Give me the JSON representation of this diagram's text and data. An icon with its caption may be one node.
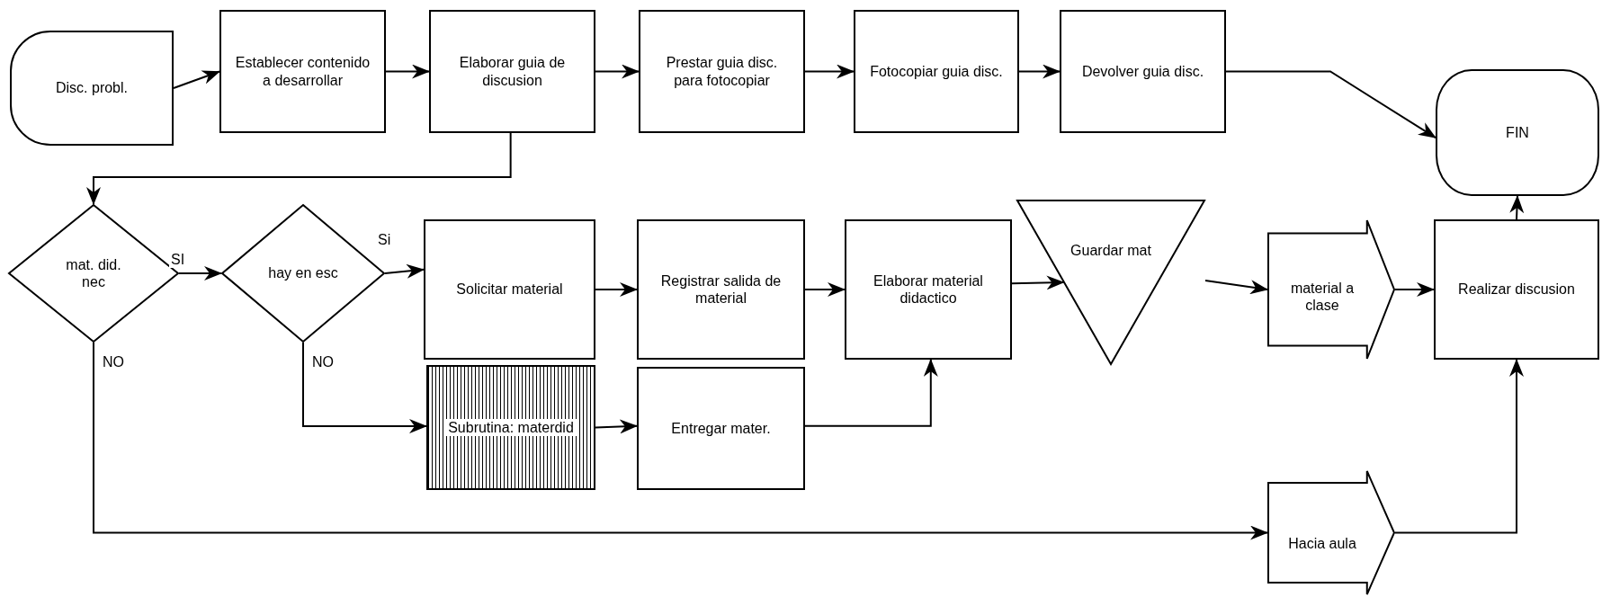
{
  "diagram": {
    "nodes": [
      {
        "text": [
          "Disc. probl."
        ]
      },
      {
        "text": [
          "Establecer contenido a desarrollar"
        ]
      },
      {
        "text": [
          "Elaborar guia de discusion"
        ]
      },
      {
        "text": [
          "Prestar guia disc. para fotocopiar"
        ]
      },
      {
        "text": [
          "Fotocopiar guia disc."
        ]
      },
      {
        "text": [
          "Devolver guia disc."
        ]
      },
      {
        "text": [
          "FIN"
        ]
      },
      {
        "text": [
          "mat. did. nec"
        ]
      },
      {
        "text": [
          "hay en esc"
        ]
      },
      {
        "text": [
          "Solicitar material"
        ]
      },
      {
        "text": [
          "Registrar salida de material"
        ]
      },
      {
        "text": [
          "Elaborar material didactico"
        ]
      },
      {
        "text": [
          "Guardar mat"
        ]
      },
      {
        "text": [
          "material a clase"
        ]
      },
      {
        "text": [
          "Realizar discusion"
        ]
      },
      {
        "text": [
          "Subrutina: materdid"
        ]
      },
      {
        "text": [
          "Entregar mater."
        ]
      },
      {
        "text": [
          "Hacia aula"
        ]
      }
    ],
    "edges": [
      {
        "from": 0,
        "to": 1,
        "arrow": "to"
      },
      {
        "from": 1,
        "to": 2,
        "arrow": "to"
      },
      {
        "from": 2,
        "to": 3,
        "arrow": "to"
      },
      {
        "from": 3,
        "to": 4,
        "arrow": "to"
      },
      {
        "from": 4,
        "to": 5,
        "arrow": "to"
      },
      {
        "from": 5,
        "to": 6,
        "arrow": "to"
      },
      {
        "from": 2,
        "to": 7,
        "arrow": "to"
      },
      {
        "from": 7,
        "to": 8,
        "arrow": "to",
        "label": "SI"
      },
      {
        "from": 8,
        "to": 9,
        "arrow": "to",
        "label": "Si"
      },
      {
        "from": 9,
        "to": 10,
        "arrow": "to"
      },
      {
        "from": 10,
        "to": 11,
        "arrow": "to"
      },
      {
        "from": 11,
        "to": 12,
        "arrow": "to"
      },
      {
        "from": 12,
        "to": 13,
        "arrow": "to"
      },
      {
        "from": 13,
        "to": 14,
        "arrow": "to"
      },
      {
        "from": 14,
        "to": 6,
        "arrow": "to"
      },
      {
        "from": 7,
        "to": 17,
        "arrow": "to",
        "label": "NO"
      },
      {
        "from": 8,
        "to": 15,
        "arrow": "to",
        "label": "NO"
      },
      {
        "from": 15,
        "to": 16,
        "arrow": "to"
      },
      {
        "from": 16,
        "to": 11,
        "arrow": "to"
      },
      {
        "from": 17,
        "to": 14,
        "arrow": "to"
      }
    ]
  }
}
